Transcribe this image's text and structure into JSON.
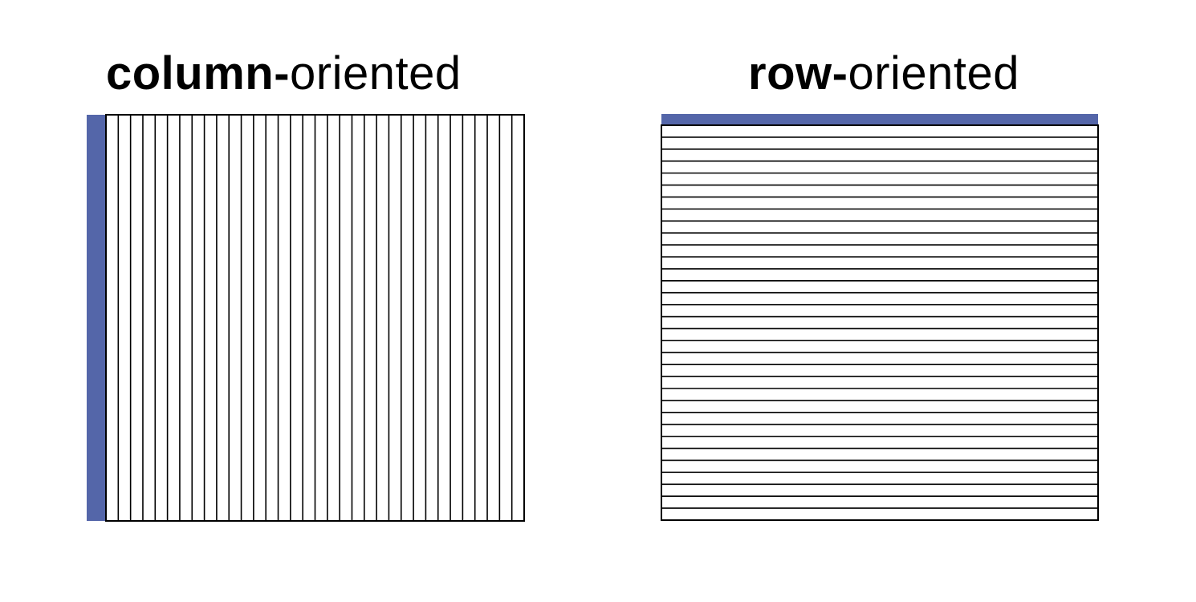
{
  "accent_color": "#5466a9",
  "line_color": "#000000",
  "left_panel": {
    "title_bold": "column-",
    "title_light": "oriented",
    "stripe_count": 34,
    "highlighted": "first-column"
  },
  "right_panel": {
    "title_bold": "row-",
    "title_light": "oriented",
    "stripe_count": 33,
    "highlighted": "first-row"
  }
}
